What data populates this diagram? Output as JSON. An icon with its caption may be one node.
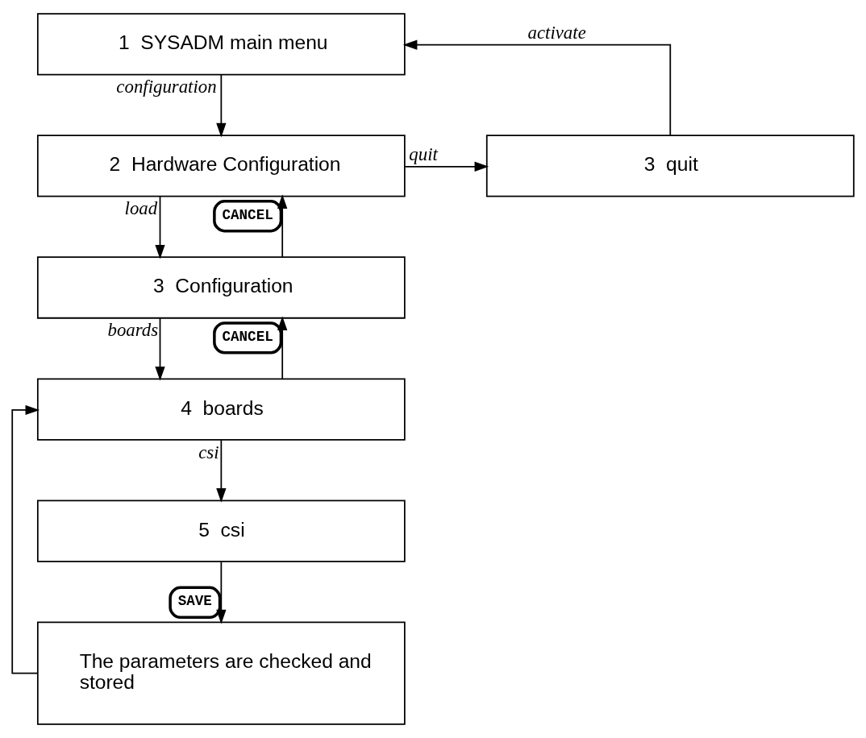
{
  "diagram": {
    "nodes": [
      {
        "text": [
          "1  SYSADM main menu"
        ]
      },
      {
        "text": [
          "2  Hardware Configuration"
        ]
      },
      {
        "text": [
          "3  quit"
        ]
      },
      {
        "text": [
          "3  Configuration"
        ]
      },
      {
        "text": [
          "4  boards"
        ]
      },
      {
        "text": [
          "5  csi"
        ]
      },
      {
        "text": [
          "The parameters are checked and stored"
        ]
      }
    ],
    "edges": [
      {
        "from": 0,
        "to": 1,
        "arrow": "to",
        "label": "configuration"
      },
      {
        "from": 1,
        "to": 2,
        "arrow": "to",
        "label": "quit"
      },
      {
        "from": 2,
        "to": 0,
        "arrow": "to",
        "label": "activate"
      },
      {
        "from": 1,
        "to": 3,
        "arrow": "to",
        "label": "load"
      },
      {
        "from": 3,
        "to": 1,
        "arrow": "to",
        "label": "CANCEL"
      },
      {
        "from": 3,
        "to": 4,
        "arrow": "to",
        "label": "boards"
      },
      {
        "from": 4,
        "to": 3,
        "arrow": "to",
        "label": "CANCEL"
      },
      {
        "from": 4,
        "to": 5,
        "arrow": "to",
        "label": "csi"
      },
      {
        "from": 5,
        "to": 6,
        "arrow": "to",
        "label": "SAVE"
      },
      {
        "from": 6,
        "to": 4,
        "arrow": "to"
      }
    ]
  }
}
